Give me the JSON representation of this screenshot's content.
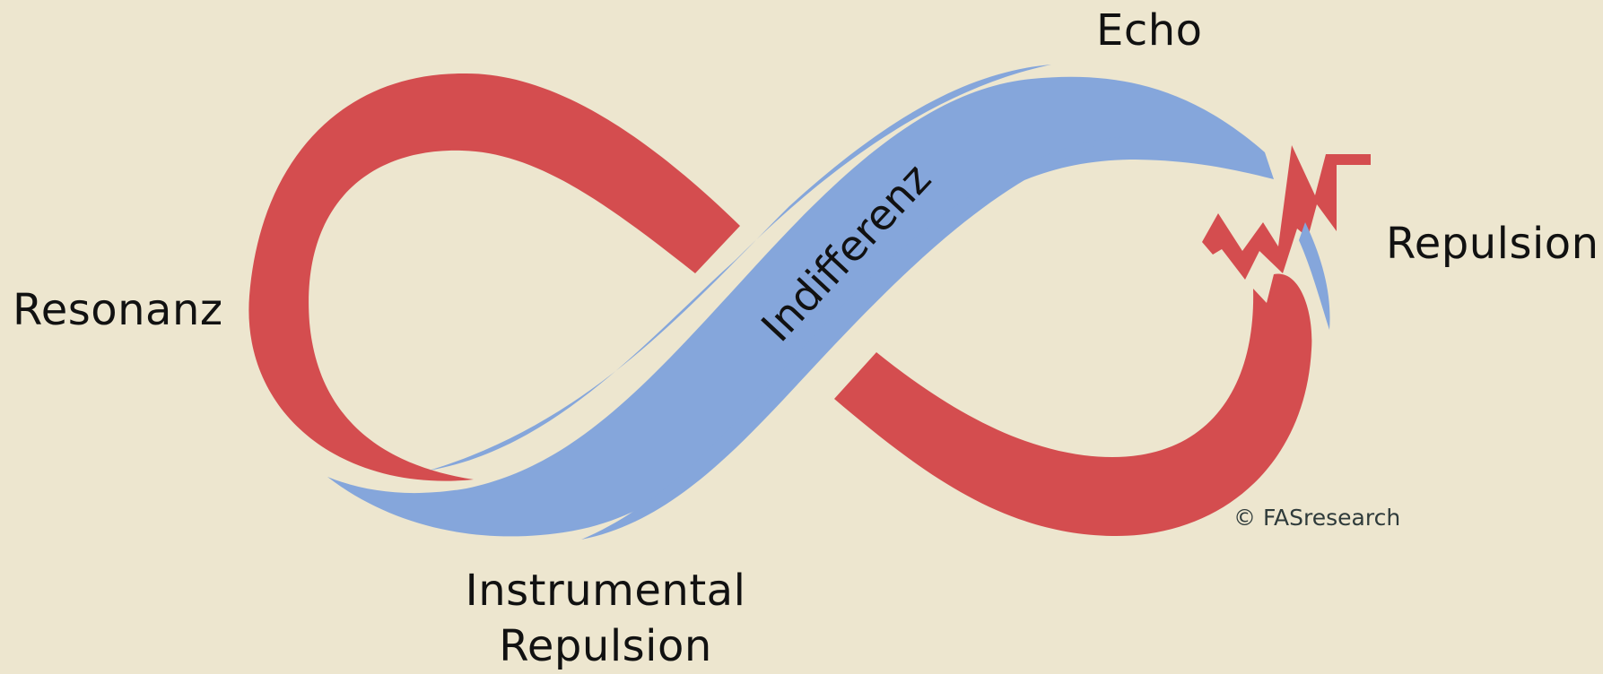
{
  "colors": {
    "background": "#ede6cf",
    "red_band": "#d44d4f",
    "blue_band": "#85a6db",
    "text": "#111111",
    "copyright_text": "#2f3b3b"
  },
  "labels": {
    "echo": "Echo",
    "repulsion": "Repulsion",
    "resonanz": "Resonanz",
    "instrumental_line1": "Instrumental",
    "instrumental_line2": "Repulsion",
    "indifferenz": "Indifferenz"
  },
  "copyright": "© FASresearch"
}
